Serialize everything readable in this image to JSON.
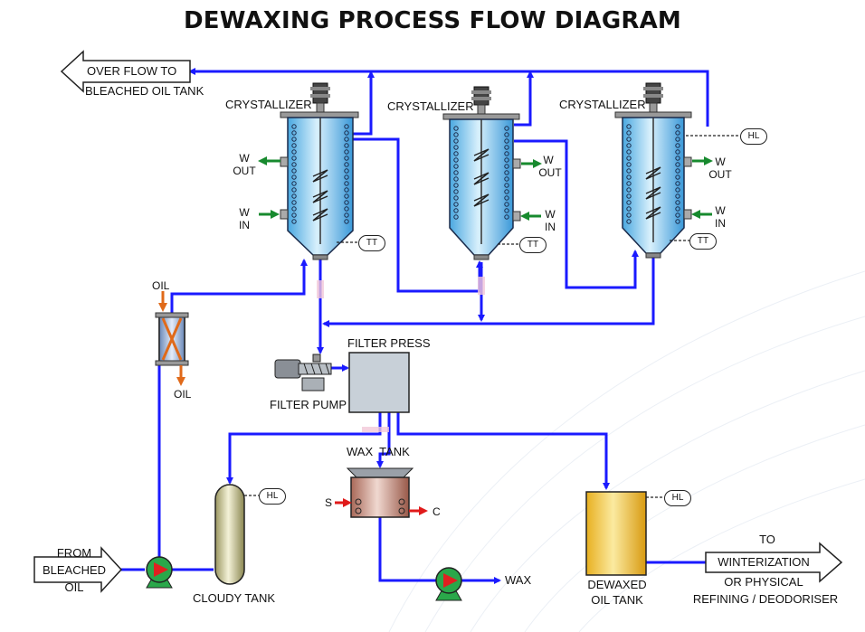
{
  "title": "DEWAXING PROCESS FLOW DIAGRAM",
  "colors": {
    "pipe": "#1a1aff",
    "cooling_water_arrow": "#178a2e",
    "oil_arrow": "#e06a1a",
    "steam_arrow": "#e01a1a",
    "crystallizer_fill": "#7ec8ef",
    "tank_fill": "#d8d4a8",
    "dewaxed_tank_fill": "#f2c62e",
    "wax_tank_fill": "#c98a7a",
    "filter_press_fill": "#c8d0d8",
    "pump_body": "#2aa84a",
    "pump_impeller": "#e02020"
  },
  "labels": {
    "overflow": [
      "OVER FLOW TO",
      "BLEACHED OIL TANK"
    ],
    "crystallizers": [
      "CRYSTALLIZER",
      "CRYSTALLIZER",
      "CRYSTALLIZER"
    ],
    "w_out": [
      "W",
      "OUT"
    ],
    "w_in": [
      "W",
      "IN"
    ],
    "tt": "TT",
    "hl": "HL",
    "oil_in": "OIL",
    "oil_out": "OIL",
    "filter_press": "FILTER PRESS",
    "filter_pump": "FILTER PUMP",
    "wax_tank": "WAX  TANK",
    "steam": "S",
    "condensate": "C",
    "wax": "WAX",
    "cloudy_tank": "CLOUDY TANK",
    "from_bleached": [
      "FROM",
      "BLEACHED",
      "OIL"
    ],
    "dewaxed_tank": [
      "DEWAXED",
      "OIL TANK"
    ],
    "to": "TO",
    "winterization": [
      "WINTERIZATION",
      "OR PHYSICAL",
      "REFINING / DEODORISER"
    ]
  }
}
